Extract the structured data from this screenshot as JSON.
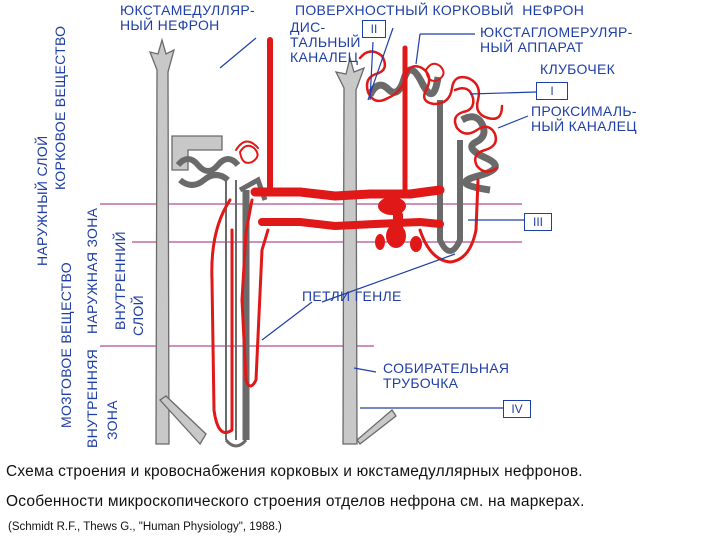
{
  "labels": {
    "juxtamedullary": "ЮКСТАМЕДУЛЛЯР-\nНЫЙ НЕФРОН",
    "superficial": "ПОВЕРХНОСТНЫЙ КОРКОВЫЙ  НЕФРОН",
    "distal": "ДИС-\nТАЛЬНЫЙ\nКАНАЛЕЦ",
    "jga": "ЮКСТАГЛОМЕРУЛЯР-\nНЫЙ АППАРАТ",
    "glomerulus": "КЛУБОЧЕК",
    "proximal": "ПРОКСИМАЛЬ-\nНЫЙ КАНАЛЕЦ",
    "henle": "ПЕТЛИ ГЕНЛЕ",
    "collecting": "СОБИРАТЕЛЬНАЯ\nТРУБОЧКА"
  },
  "markers": {
    "m1": "I",
    "m2": "II",
    "m3": "III",
    "m4": "IV"
  },
  "zones": {
    "outer_layer": "НАРУЖНЫЙ СЛОЙ",
    "cortex": "КОРКОВОЕ ВЕЩЕСТВО",
    "medulla": "МОЗГОВОЕ ВЕЩЕСТВО",
    "outer_zone": "НАРУЖНАЯ ЗОНА",
    "inner_layer": "ВНУТРЕННИЙ",
    "inner_layer2": "СЛОЙ",
    "inner_zone": "ВНУТРЕННЯЯ",
    "inner_zone2": "ЗОНА"
  },
  "caption": {
    "line1": "Схема строения и кровоснабжения корковых и юкстамедуллярных нефронов.",
    "line2": "Особенности микроскопического строения отделов нефрона см. на маркерах.",
    "source": "(Schmidt R.F., Thews G., \"Human Physiology\", 1988.)"
  },
  "colors": {
    "text": "#1f3fa8",
    "vessels": "#e01818",
    "tubule_fill": "#c8c8c8",
    "tubule_stroke": "#6a6a6a"
  }
}
